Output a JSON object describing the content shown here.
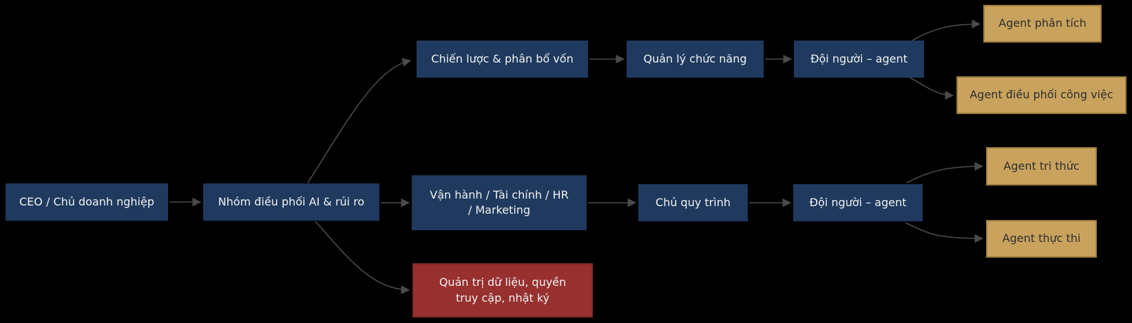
{
  "diagram": {
    "background": "#000000",
    "colors": {
      "primary_node": "#1f3a5e",
      "primary_text": "#f2f2f2",
      "agent_node": "#c9a35e",
      "agent_node_border": "#97793c",
      "agent_text": "#2d2d2d",
      "risk_node": "#97302f",
      "edge": "#4a4a4a"
    },
    "nodes": [
      {
        "id": "ceo",
        "type": "primary",
        "label": "CEO / Chủ doanh nghiệp"
      },
      {
        "id": "ai-risk-group",
        "type": "primary",
        "label": "Nhóm điều phối AI & rủi ro"
      },
      {
        "id": "strategy",
        "type": "primary",
        "label": "Chiến lược & phân bổ vốn"
      },
      {
        "id": "function-management",
        "type": "primary",
        "label": "Quản lý chức năng"
      },
      {
        "id": "human-agent-team-top",
        "type": "primary",
        "label": "Đội người – agent"
      },
      {
        "id": "agent-analysis",
        "type": "agent",
        "label": "Agent phân tích"
      },
      {
        "id": "agent-orchestration",
        "type": "agent",
        "label": "Agent điều phối công việc"
      },
      {
        "id": "operations",
        "type": "primary",
        "label": "Vận hành / Tài chính / HR\n/ Marketing"
      },
      {
        "id": "process-owner",
        "type": "primary",
        "label": "Chủ quy trình"
      },
      {
        "id": "human-agent-team-mid",
        "type": "primary",
        "label": "Đội người – agent"
      },
      {
        "id": "agent-knowledge",
        "type": "agent",
        "label": "Agent tri thức"
      },
      {
        "id": "agent-execution",
        "type": "agent",
        "label": "Agent thực thi"
      },
      {
        "id": "data-governance",
        "type": "risk",
        "label": "Quản trị dữ liệu, quyền\ntruy cập, nhật ký"
      }
    ],
    "edges": [
      {
        "from": "ceo",
        "to": "ai-risk-group"
      },
      {
        "from": "ai-risk-group",
        "to": "strategy"
      },
      {
        "from": "ai-risk-group",
        "to": "operations"
      },
      {
        "from": "ai-risk-group",
        "to": "data-governance"
      },
      {
        "from": "strategy",
        "to": "function-management"
      },
      {
        "from": "function-management",
        "to": "human-agent-team-top"
      },
      {
        "from": "human-agent-team-top",
        "to": "agent-analysis"
      },
      {
        "from": "human-agent-team-top",
        "to": "agent-orchestration"
      },
      {
        "from": "operations",
        "to": "process-owner"
      },
      {
        "from": "process-owner",
        "to": "human-agent-team-mid"
      },
      {
        "from": "human-agent-team-mid",
        "to": "agent-knowledge"
      },
      {
        "from": "human-agent-team-mid",
        "to": "agent-execution"
      }
    ]
  }
}
